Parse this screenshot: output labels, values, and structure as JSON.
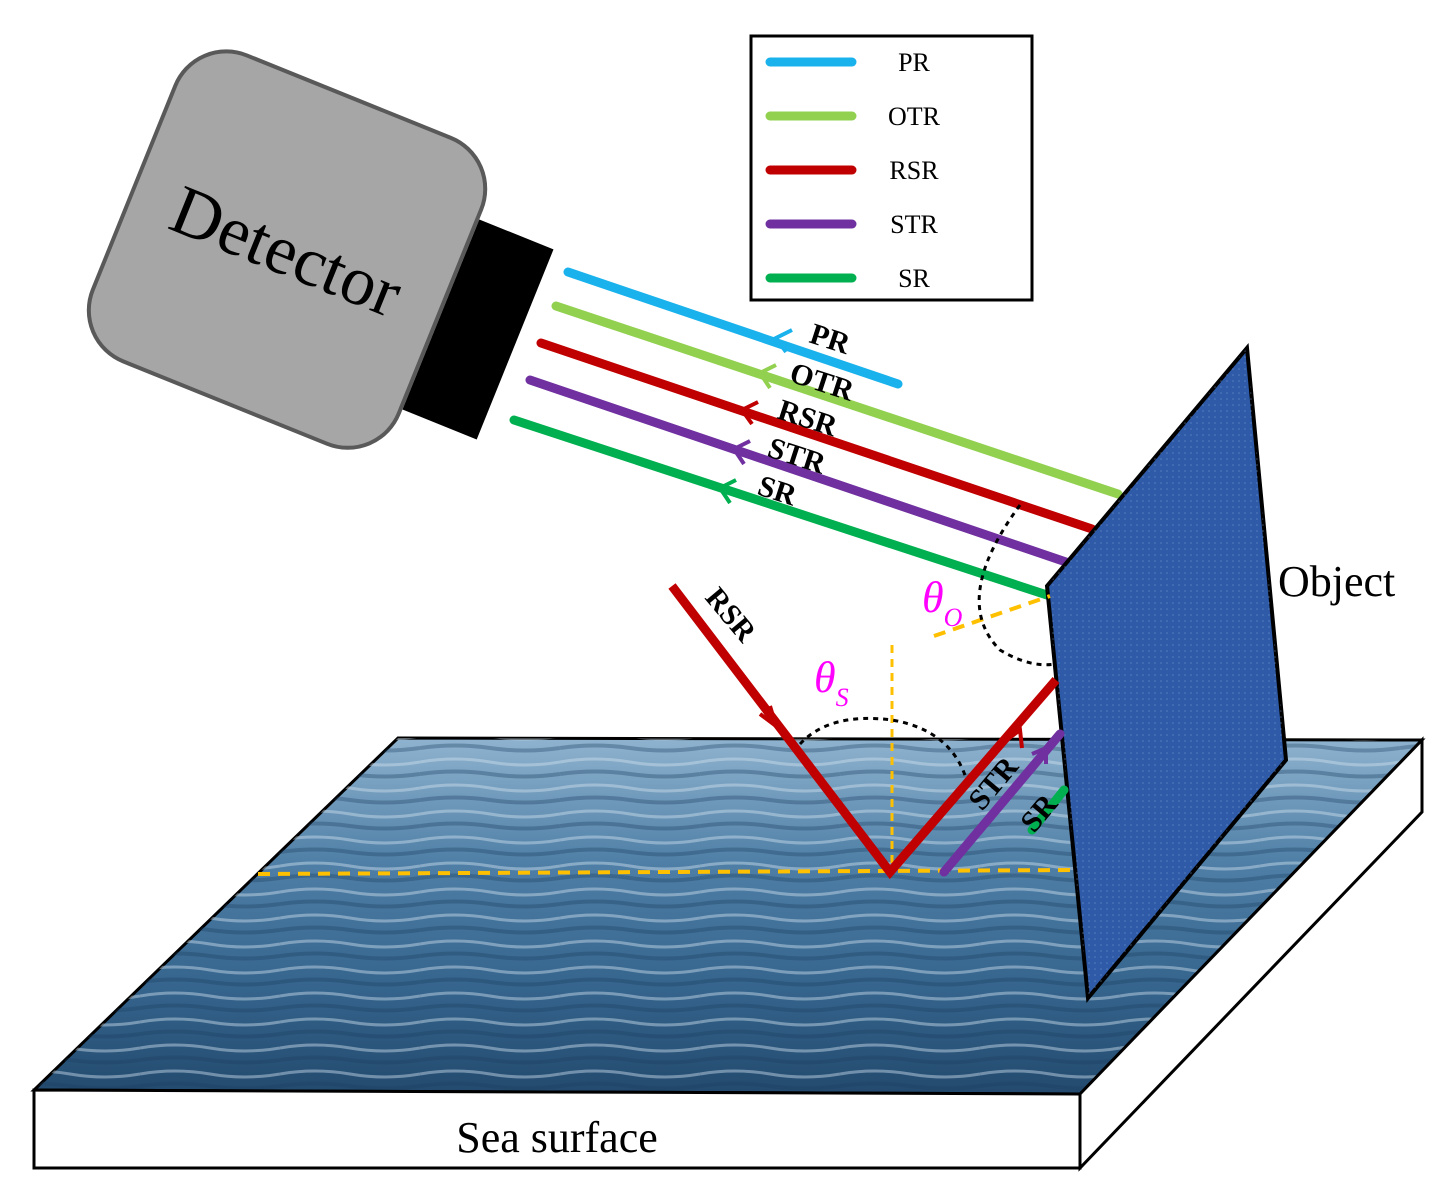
{
  "detector": {
    "label": "Detector"
  },
  "object": {
    "label": "Object"
  },
  "sea": {
    "label": "Sea surface"
  },
  "legend": {
    "items": [
      {
        "label": "PR",
        "color": "#1ab2ec"
      },
      {
        "label": "OTR",
        "color": "#92d050"
      },
      {
        "label": "RSR",
        "color": "#c00000"
      },
      {
        "label": "STR",
        "color": "#7030a0"
      },
      {
        "label": "SR",
        "color": "#00b050"
      }
    ]
  },
  "ray_labels": {
    "pr": "PR",
    "otr": "OTR",
    "rsr": "RSR",
    "str": "STR",
    "sr": "SR",
    "rsr_incident": "RSR",
    "str_surface": "STR",
    "sr_surface": "SR"
  },
  "angles": {
    "theta_o": {
      "symbol": "θ",
      "sub": "O",
      "color": "#ff00ff"
    },
    "theta_s": {
      "symbol": "θ",
      "sub": "S",
      "color": "#ff00ff"
    }
  },
  "guide_color": "#ffc000",
  "surface_color": "#2f5f8a",
  "panel_color": "#2e5aa7"
}
